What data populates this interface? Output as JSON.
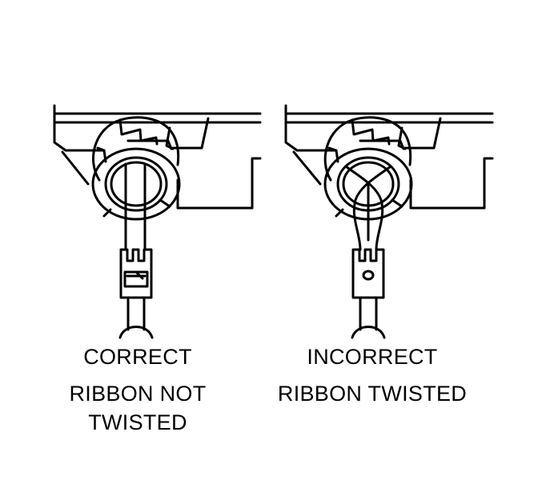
{
  "panels": [
    {
      "id": "correct",
      "lines": [
        "CORRECT",
        "RIBBON NOT",
        "TWISTED"
      ]
    },
    {
      "id": "incorrect",
      "lines": [
        "INCORRECT",
        "RIBBON TWISTED"
      ]
    }
  ],
  "colors": {
    "stroke": "#000000",
    "background": "#ffffff"
  }
}
